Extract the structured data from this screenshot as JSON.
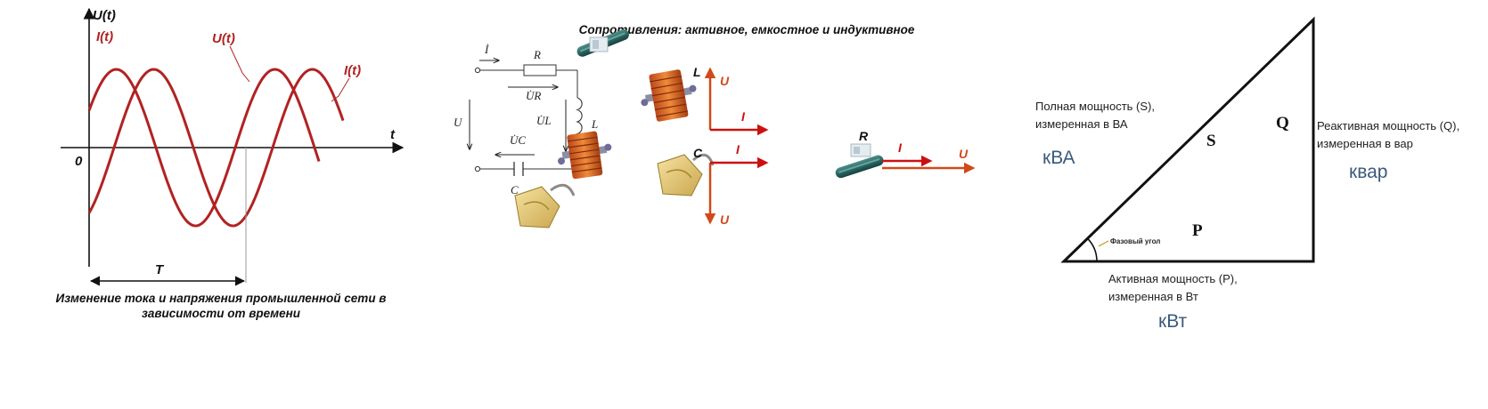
{
  "waveform": {
    "axis_y_label": "U(t)",
    "axis_x_label": "t",
    "origin_label": "0",
    "period_label": "T",
    "current_label_left": "I(t)",
    "voltage_label_mid": "U(t)",
    "current_label_right": "I(t)",
    "caption_line1": "Изменение тока и напряжения промышленной сети в",
    "caption_line2": "зависимости от времени",
    "wave_color": "#b22222"
  },
  "circuit": {
    "title": "Сопротивления: активное, емкостное и индуктивное",
    "current_symbol": "İ",
    "resistor_label": "R",
    "inductor_label": "L",
    "capacitor_label": "C",
    "voltage_label": "U",
    "ur_label": "U̇R",
    "ul_label": "U̇L",
    "uc_label": "U̇C"
  },
  "phasors": {
    "inductor": {
      "element": "L",
      "voltage": "U",
      "current": "I"
    },
    "capacitor": {
      "element": "C",
      "voltage": "U",
      "current": "I"
    },
    "resistor": {
      "element": "R",
      "voltage": "U",
      "current": "I"
    },
    "phasor_color": "#d04a1a",
    "current_color": "#cc1010"
  },
  "power_triangle": {
    "apparent_line1": "Полная мощность (S),",
    "apparent_line2": "измеренная в ВА",
    "apparent_unit": "кВА",
    "reactive_line1": "Реактивная мощность (Q),",
    "reactive_line2": "измеренная в вар",
    "reactive_unit": "квар",
    "active_line1": "Активная мощность (P),",
    "active_line2": "измеренная в Вт",
    "active_unit": "кВт",
    "side_s": "S",
    "side_q": "Q",
    "side_p": "P",
    "phase_angle_label": "Фазовый угол",
    "unit_color": "#3a5a7c"
  }
}
